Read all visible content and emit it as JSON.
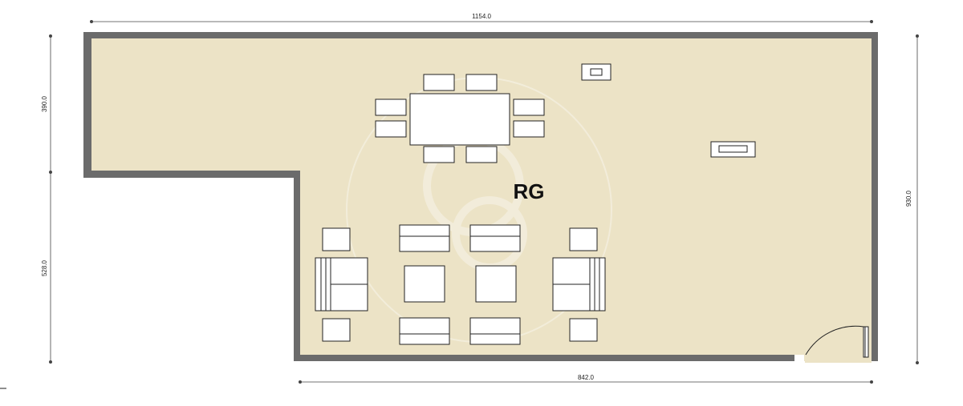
{
  "room": {
    "label": "RG"
  },
  "dimensions": {
    "top": "1154.0",
    "bottom": "842.0",
    "right": "930.0",
    "left_upper": "390.0",
    "left_lower": "528.0"
  },
  "colors": {
    "floor": "#ece3c6",
    "wall": "#6b6b6b",
    "furniture_fill": "#ffffff",
    "line": "#222222"
  },
  "furniture": {
    "dining_table": {
      "chairs": 8
    },
    "lounge": {
      "armchairs": 2,
      "sofas": 4,
      "coffee_tables": 2,
      "side_tables": 4
    },
    "appliances": 2
  }
}
